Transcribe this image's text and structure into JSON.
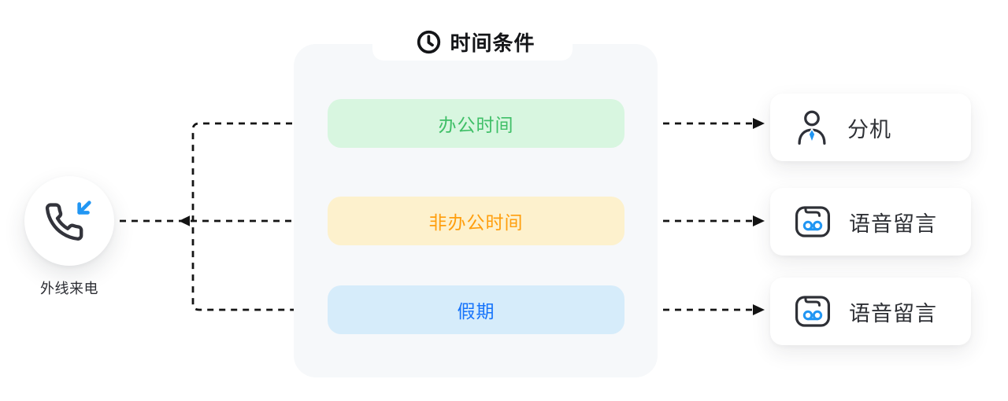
{
  "diagram": {
    "source": {
      "label": "外线来电",
      "icon": "incoming-call-icon"
    },
    "group": {
      "title": "时间条件",
      "icon": "clock-icon"
    },
    "branches": [
      {
        "label": "办公时间",
        "bg": "#d8f6e0",
        "color": "#3fbf67",
        "target": {
          "label": "分机",
          "icon": "extension-user-icon"
        }
      },
      {
        "label": "非办公时间",
        "bg": "#fdf1cd",
        "color": "#ff9e0d",
        "target": {
          "label": "语音留言",
          "icon": "voicemail-icon"
        }
      },
      {
        "label": "假期",
        "bg": "#d6ecfa",
        "color": "#1673fa",
        "target": {
          "label": "语音留言",
          "icon": "voicemail-icon"
        }
      }
    ],
    "colors": {
      "accent_blue": "#2196f3",
      "line": "#141414",
      "panel_bg": "#f6f8fa"
    }
  }
}
